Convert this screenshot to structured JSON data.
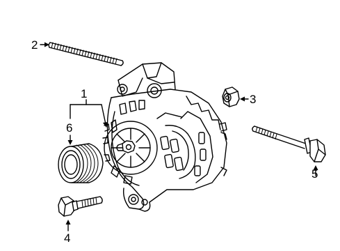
{
  "diagram": {
    "callouts": [
      {
        "id": "1",
        "text": "1"
      },
      {
        "id": "2",
        "text": "2"
      },
      {
        "id": "3",
        "text": "3"
      },
      {
        "id": "4",
        "text": "4"
      },
      {
        "id": "5",
        "text": "5"
      },
      {
        "id": "6",
        "text": "6"
      }
    ],
    "parts": [
      {
        "callout": "1",
        "icon": "alternator-icon"
      },
      {
        "callout": "2",
        "icon": "stud-icon"
      },
      {
        "callout": "3",
        "icon": "nut-icon"
      },
      {
        "callout": "4",
        "icon": "short-bolt-icon"
      },
      {
        "callout": "5",
        "icon": "long-bolt-icon"
      },
      {
        "callout": "6",
        "icon": "pulley-icon"
      }
    ],
    "line_color": "#000000",
    "background": "#ffffff"
  }
}
